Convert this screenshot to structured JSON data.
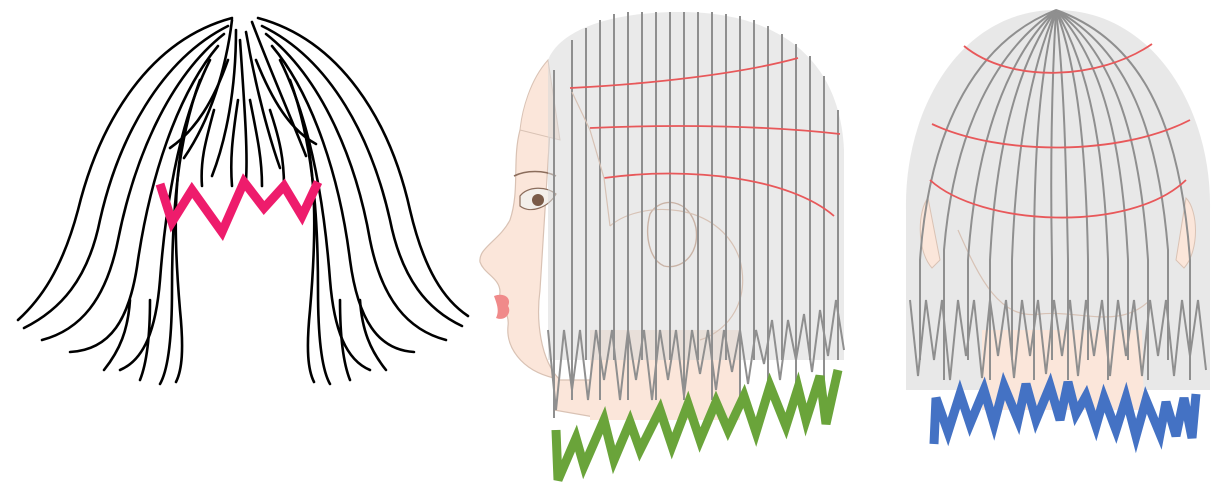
{
  "figures": [
    {
      "id": "front-view",
      "zigzag_color": "#ee1c6c"
    },
    {
      "id": "side-view",
      "zigzag_color": "#6aa43a"
    },
    {
      "id": "back-view",
      "zigzag_color": "#4472c4"
    }
  ],
  "colors": {
    "hair_line": "#000000",
    "section_strand": "#8f8f8f",
    "section_line": "#e8585a",
    "skin": "#fbe6da",
    "hair_fill": "#d9d9d9",
    "lips": "#f08a8a"
  }
}
